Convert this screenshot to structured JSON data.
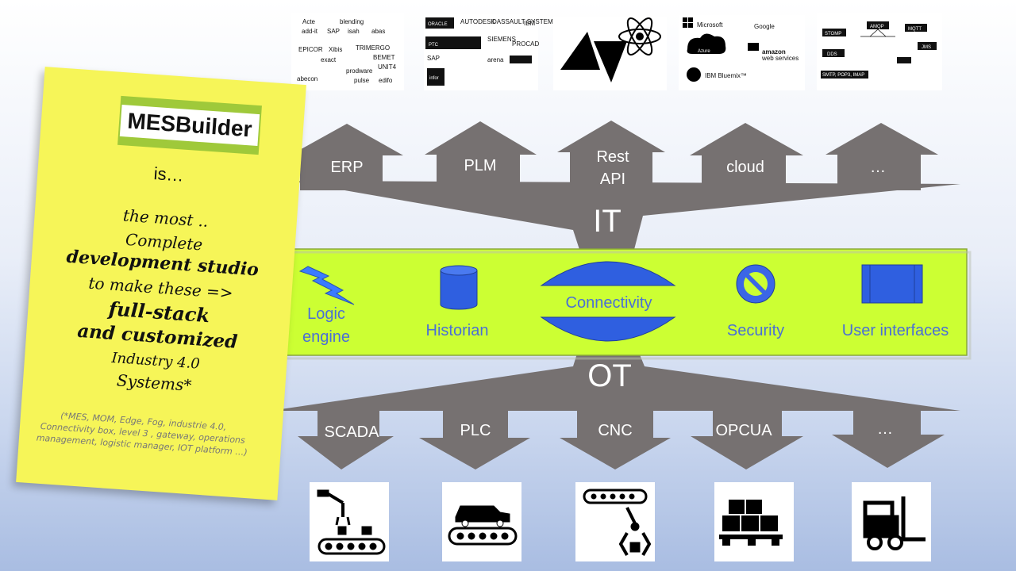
{
  "brand": "MESBuilder",
  "note": {
    "is": "is…",
    "line1": "the most ..",
    "line2": "Complete",
    "line3": "development studio",
    "line4": "to make these =>",
    "line5": "full-stack",
    "line6": "and customized",
    "line7": "Industry 4.0",
    "line8": "Systems*",
    "footnote": "(*MES, MOM, Edge, Fog, industrie 4.0, Connectivity box, level 3 , gateway, operations management, logistic manager, IOT platform …)"
  },
  "it_label": "IT",
  "ot_label": "OT",
  "it_arrows": [
    {
      "label": "ERP"
    },
    {
      "label": "PLM"
    },
    {
      "label_line1": "Rest",
      "label_line2": "API"
    },
    {
      "label": "cloud"
    },
    {
      "label": "…"
    }
  ],
  "ot_arrows": [
    {
      "label": "SCADA"
    },
    {
      "label": "PLC"
    },
    {
      "label": "CNC"
    },
    {
      "label": "OPCUA"
    },
    {
      "label": "…"
    }
  ],
  "band": {
    "logic_engine_line1": "Logic",
    "logic_engine_line2": "engine",
    "historian": "Historian",
    "connectivity": "Connectivity",
    "security": "Security",
    "user_interfaces": "User interfaces"
  },
  "logos": {
    "erp": [
      "Acte",
      "blending",
      "add-it",
      "SAP",
      "isah",
      "abas",
      "EPICOR",
      "Xibis",
      "TRIMERGO",
      "exact",
      "BEMET",
      "UNIT4",
      "abecon",
      "pulse",
      "edifo",
      "prodware"
    ],
    "plm": [
      "ORACLE",
      "AUTODESK",
      "DASSAULT SYSTEMES",
      "IBM",
      "PTC",
      "SIEMENS",
      "PROCAD",
      "SAP",
      "arena",
      "infor"
    ],
    "cloud": {
      "microsoft": "Microsoft",
      "google": "Google",
      "azure": "Azure",
      "amazon": "amazon",
      "amazon_sub": "web services",
      "bluemix": "IBM Bluemix™"
    },
    "protocols": [
      "STOMP",
      "AMQP",
      "MQTT",
      "DDS",
      "JMS",
      "SMTP, POP3, IMAP"
    ]
  },
  "colors": {
    "arrow": "#767171",
    "band": "#ccff33",
    "accent": "#4a6fd6",
    "connectivity": "#2f5fe0",
    "note": "#f6f558"
  },
  "icons": {
    "logic_engine": "lightning-icon",
    "historian": "database-cylinder-icon",
    "security": "no-entry-icon",
    "user_interfaces": "window-icon",
    "ot_devices": [
      "robot-arm-conveyor-icon",
      "car-conveyor-icon",
      "conveyor-gripper-icon",
      "pallet-boxes-icon",
      "forklift-icon"
    ]
  }
}
